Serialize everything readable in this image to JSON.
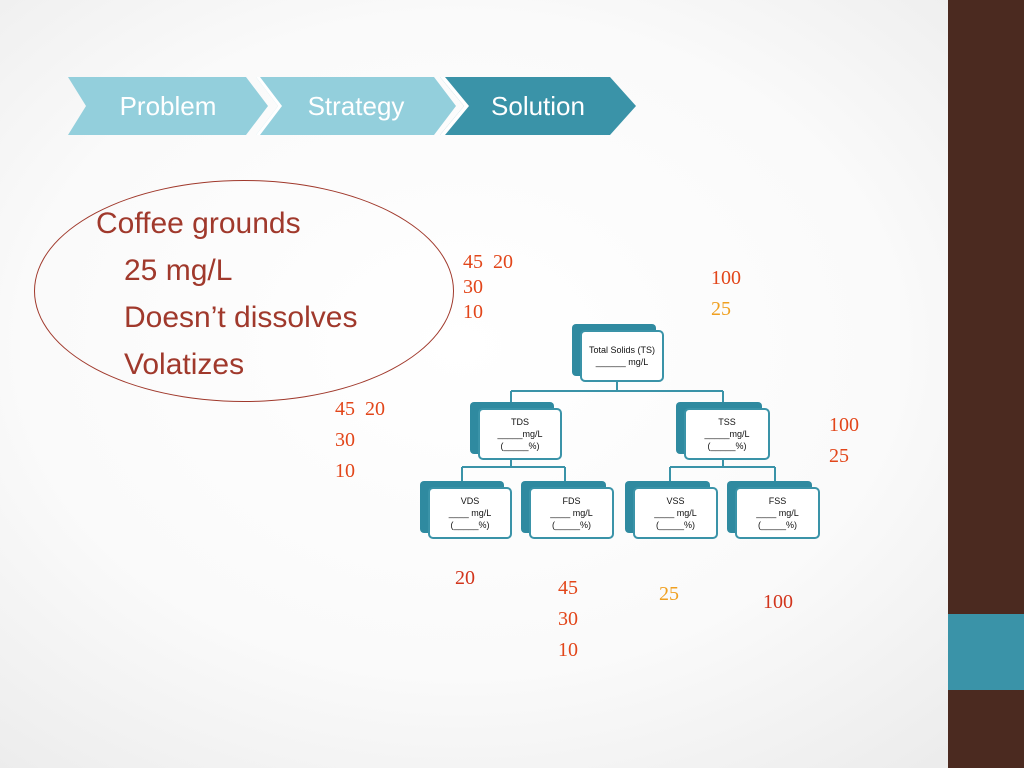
{
  "process": {
    "steps": [
      {
        "label": "Problem",
        "state": "inactive"
      },
      {
        "label": "Strategy",
        "state": "inactive"
      },
      {
        "label": "Solution",
        "state": "active"
      }
    ],
    "colors": {
      "inactive": "#93cfdc",
      "active": "#3a93a8"
    }
  },
  "coffee": {
    "title": "Coffee grounds",
    "lines": [
      "25 mg/L",
      "Doesn’t dissolves",
      "Volatizes"
    ]
  },
  "numbers": {
    "top_left": "45  20\n30\n10",
    "top_right_a": "100",
    "top_right_b": "25",
    "mid_left": "45  20\n30\n10",
    "mid_right": "100\n25",
    "bottom_vds": "20",
    "bottom_fds": "45\n30\n10",
    "bottom_vss": "25",
    "bottom_fss": "100"
  },
  "tree": {
    "ts": {
      "name": "Total Solids (TS)",
      "value": "______ mg/L"
    },
    "tds": {
      "name": "TDS",
      "value": "_____mg/L",
      "pct": "(_____%)"
    },
    "tss": {
      "name": "TSS",
      "value": "_____mg/L",
      "pct": "(_____%)"
    },
    "vds": {
      "name": "VDS",
      "value": "____ mg/L",
      "pct": "(_____%)"
    },
    "fds": {
      "name": "FDS",
      "value": "____ mg/L",
      "pct": "(_____%)"
    },
    "vss": {
      "name": "VSS",
      "value": "____ mg/L",
      "pct": "(_____%)"
    },
    "fss": {
      "name": "FSS",
      "value": "____ mg/L",
      "pct": "(_____%)"
    }
  },
  "theme": {
    "sidebar": "#4b2a20",
    "accent": "#3a93a8",
    "text": "#a0392c"
  }
}
